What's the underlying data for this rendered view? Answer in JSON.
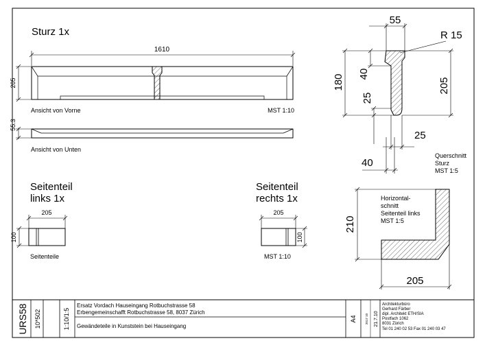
{
  "views": {
    "sturz_title": "Sturz 1x",
    "front_label": "Ansicht von Vorne",
    "front_scale": "MST 1:10",
    "bottom_label": "Ansicht von Unten",
    "dim_length": "1610",
    "dim_front_height": "205",
    "dim_bottom_height": "55.3",
    "left_title_1": "Seitenteil",
    "left_title_2": "links 1x",
    "left_dim_w": "205",
    "left_dim_h": "100",
    "left_label": "Seitenteile",
    "right_title_1": "Seitenteil",
    "right_title_2": "rechts 1x",
    "right_dim_w": "205",
    "right_dim_h": "100",
    "right_scale": "MST 1:10"
  },
  "section": {
    "dim_top": "55",
    "dim_radius": "R 15",
    "dim_total_h": "180",
    "dim_40_v": "40",
    "dim_205_v": "205",
    "dim_25_v": "25",
    "dim_25_h": "25",
    "dim_40_h": "40",
    "label_1": "Querschnitt",
    "label_2": "Sturz",
    "label_3": "MST 1:5"
  },
  "horizontal": {
    "dim_h": "210",
    "dim_w": "205",
    "label_1": "Horizontal-",
    "label_2": "schnitt",
    "label_3": "Seitenteil links",
    "label_4": "MST 1:5"
  },
  "title_block": {
    "project_code": "URS58",
    "drawing_no": "10*502",
    "scale": "1:10/1:5",
    "title_line1": "Ersatz Vordach Hauseingang Rotbuchstrasse 58",
    "title_line2": "Erbengemeinschafft Rotbuchstrasse 58, 8037 Zürich",
    "subtitle": "Gewändeteile in Kunststein bei Hauseingang",
    "format": "A4",
    "date_small": "2017 10",
    "date": "21.7.10",
    "office_line1": "Architekturbüro",
    "office_line2": "Gerhard Färber",
    "office_line3": "dipl. Architekt ETH/SIA",
    "office_line4": "Postfach 1062",
    "office_line5": "8031 Zürich",
    "office_line6": "Tel 01 240 02 53 Fax 01 240 03 47"
  }
}
